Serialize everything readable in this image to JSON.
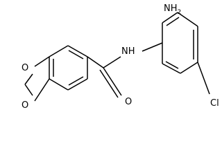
{
  "molecule": {
    "atom_labels": {
      "amino": "NH2",
      "amide_nh": "NH",
      "carbonyl_oxygen": "O",
      "ring_oxygen_top": "O",
      "ring_oxygen_bottom": "O",
      "chlorine": "Cl"
    }
  },
  "style": {
    "bond_color": "#000000",
    "background": "#ffffff"
  }
}
